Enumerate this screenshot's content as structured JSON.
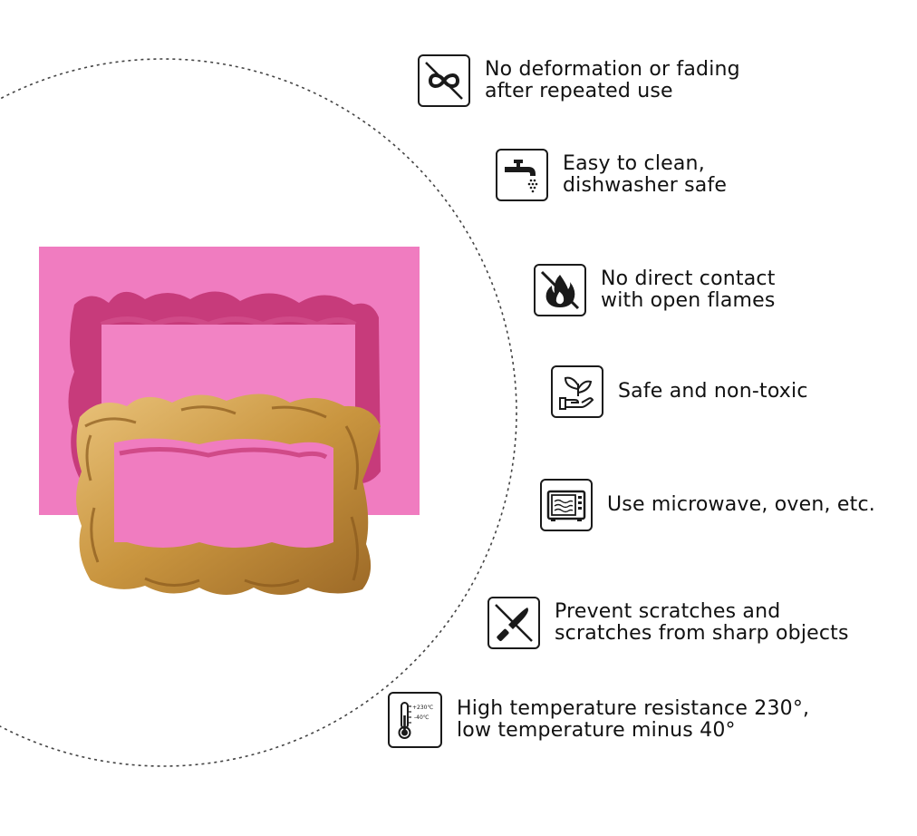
{
  "features": [
    {
      "icon": "infinity-crossed-icon",
      "lines": [
        "No deformation or fading",
        "after repeated use"
      ]
    },
    {
      "icon": "faucet-icon",
      "lines": [
        "Easy to clean,",
        "dishwasher safe"
      ]
    },
    {
      "icon": "flame-crossed-icon",
      "lines": [
        "No direct contact",
        "with open flames"
      ]
    },
    {
      "icon": "leaf-hand-icon",
      "lines": [
        "Safe and non-toxic"
      ]
    },
    {
      "icon": "microwave-icon",
      "lines": [
        "Use microwave, oven, etc."
      ]
    },
    {
      "icon": "knife-crossed-icon",
      "lines": [
        "Prevent scratches and",
        "scratches from sharp objects"
      ]
    },
    {
      "icon": "thermometer-icon",
      "lines": [
        "High temperature resistance 230°,",
        "low temperature minus 40°"
      ],
      "icon_text": [
        "+230℃",
        "-40℃"
      ]
    }
  ],
  "colors": {
    "mold_pink": "#f07cc0",
    "mold_dark": "#c0306f",
    "frame_gold": "#c9953f",
    "frame_dark": "#8a5a1c",
    "dash": "#444444"
  }
}
